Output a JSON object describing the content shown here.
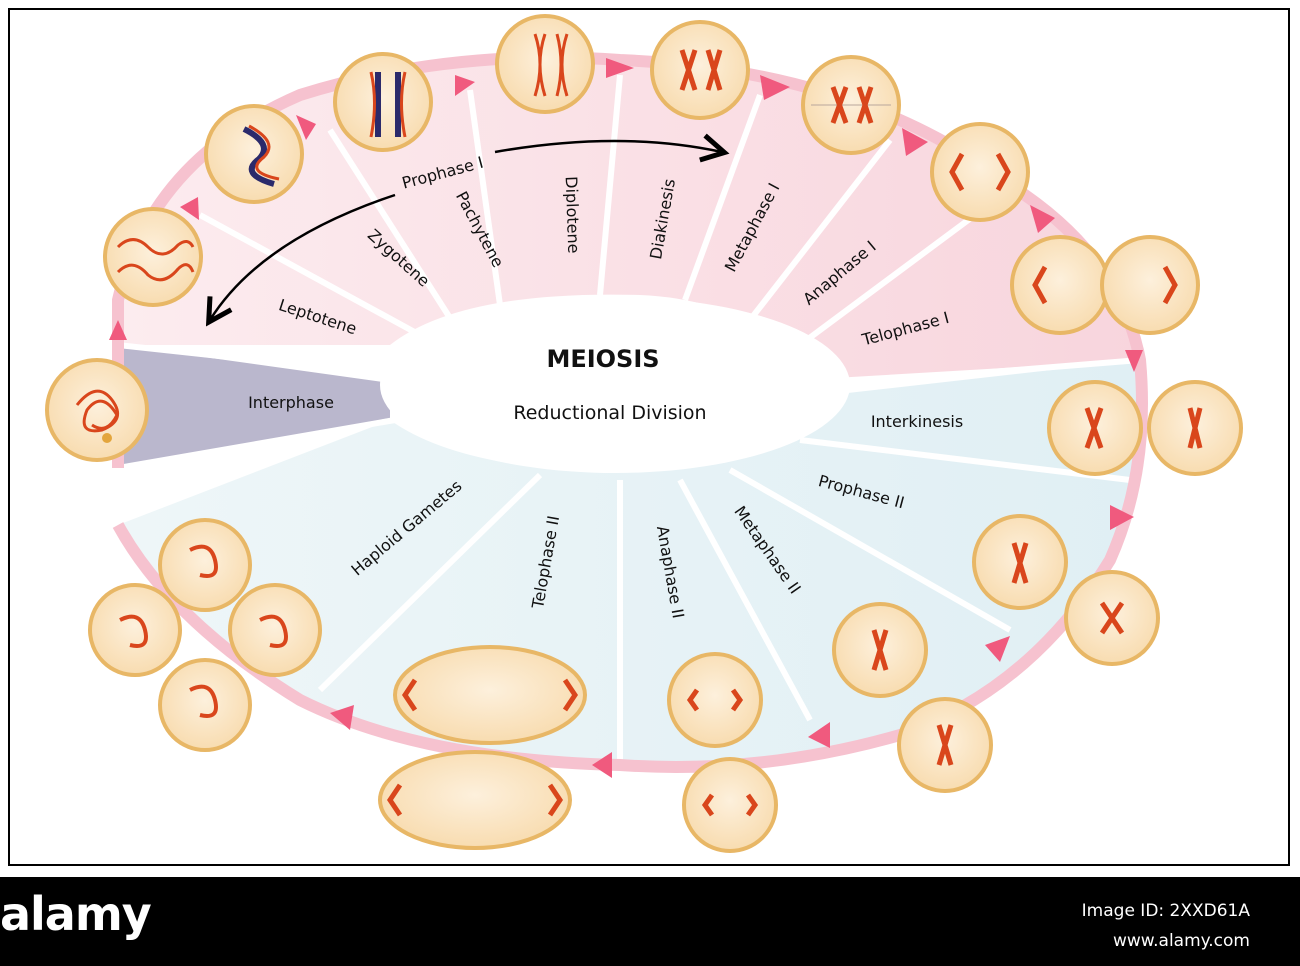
{
  "title": "MEIOSIS",
  "subtitle": "Reductional Division",
  "phase_group_label": "Prophase I",
  "stages": [
    {
      "id": "interphase",
      "label": "Interphase"
    },
    {
      "id": "leptotene",
      "label": "Leptotene"
    },
    {
      "id": "zygotene",
      "label": "Zygotene"
    },
    {
      "id": "pachytene",
      "label": "Pachytene"
    },
    {
      "id": "diplotene",
      "label": "Diplotene"
    },
    {
      "id": "diakinesis",
      "label": "Diakinesis"
    },
    {
      "id": "metaphase-1",
      "label": "Metaphase I"
    },
    {
      "id": "anaphase-1",
      "label": "Anaphase I"
    },
    {
      "id": "telophase-1",
      "label": "Telophase I"
    },
    {
      "id": "interkinesis",
      "label": "Interkinesis"
    },
    {
      "id": "prophase-2",
      "label": "Prophase II"
    },
    {
      "id": "metaphase-2",
      "label": "Metaphase II"
    },
    {
      "id": "anaphase-2",
      "label": "Anaphase II"
    },
    {
      "id": "telophase-2",
      "label": "Telophase II"
    },
    {
      "id": "haploid-gametes",
      "label": "Haploid Gametes"
    }
  ],
  "footer": {
    "logo": "alamy",
    "image_id": "Image ID: 2XXD61A",
    "url": "www.alamy.com"
  },
  "colors": {
    "interphase_band": "#b9b7cc",
    "meiosis1_band": "#fbe3e8",
    "meiosis2_band": "#e4f1f5",
    "ring": "#f7c4d0",
    "arrow": "#f05a7e",
    "cell_fill": "#fbe6c4",
    "cell_edge": "#e9b865",
    "chromosome": "#e0541a"
  }
}
